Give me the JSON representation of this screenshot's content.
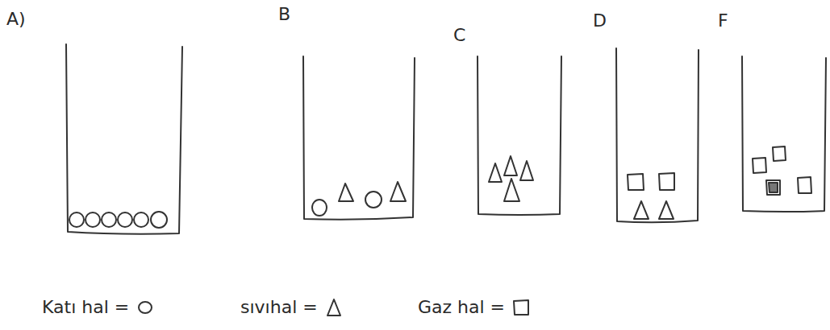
{
  "diagram": {
    "labels": [
      "A)",
      "B",
      "C",
      "D",
      "F"
    ],
    "legend": [
      {
        "text": "Katı hal ="
      },
      {
        "text": "sıvıhal ="
      },
      {
        "text": "Gaz hal ="
      }
    ]
  }
}
